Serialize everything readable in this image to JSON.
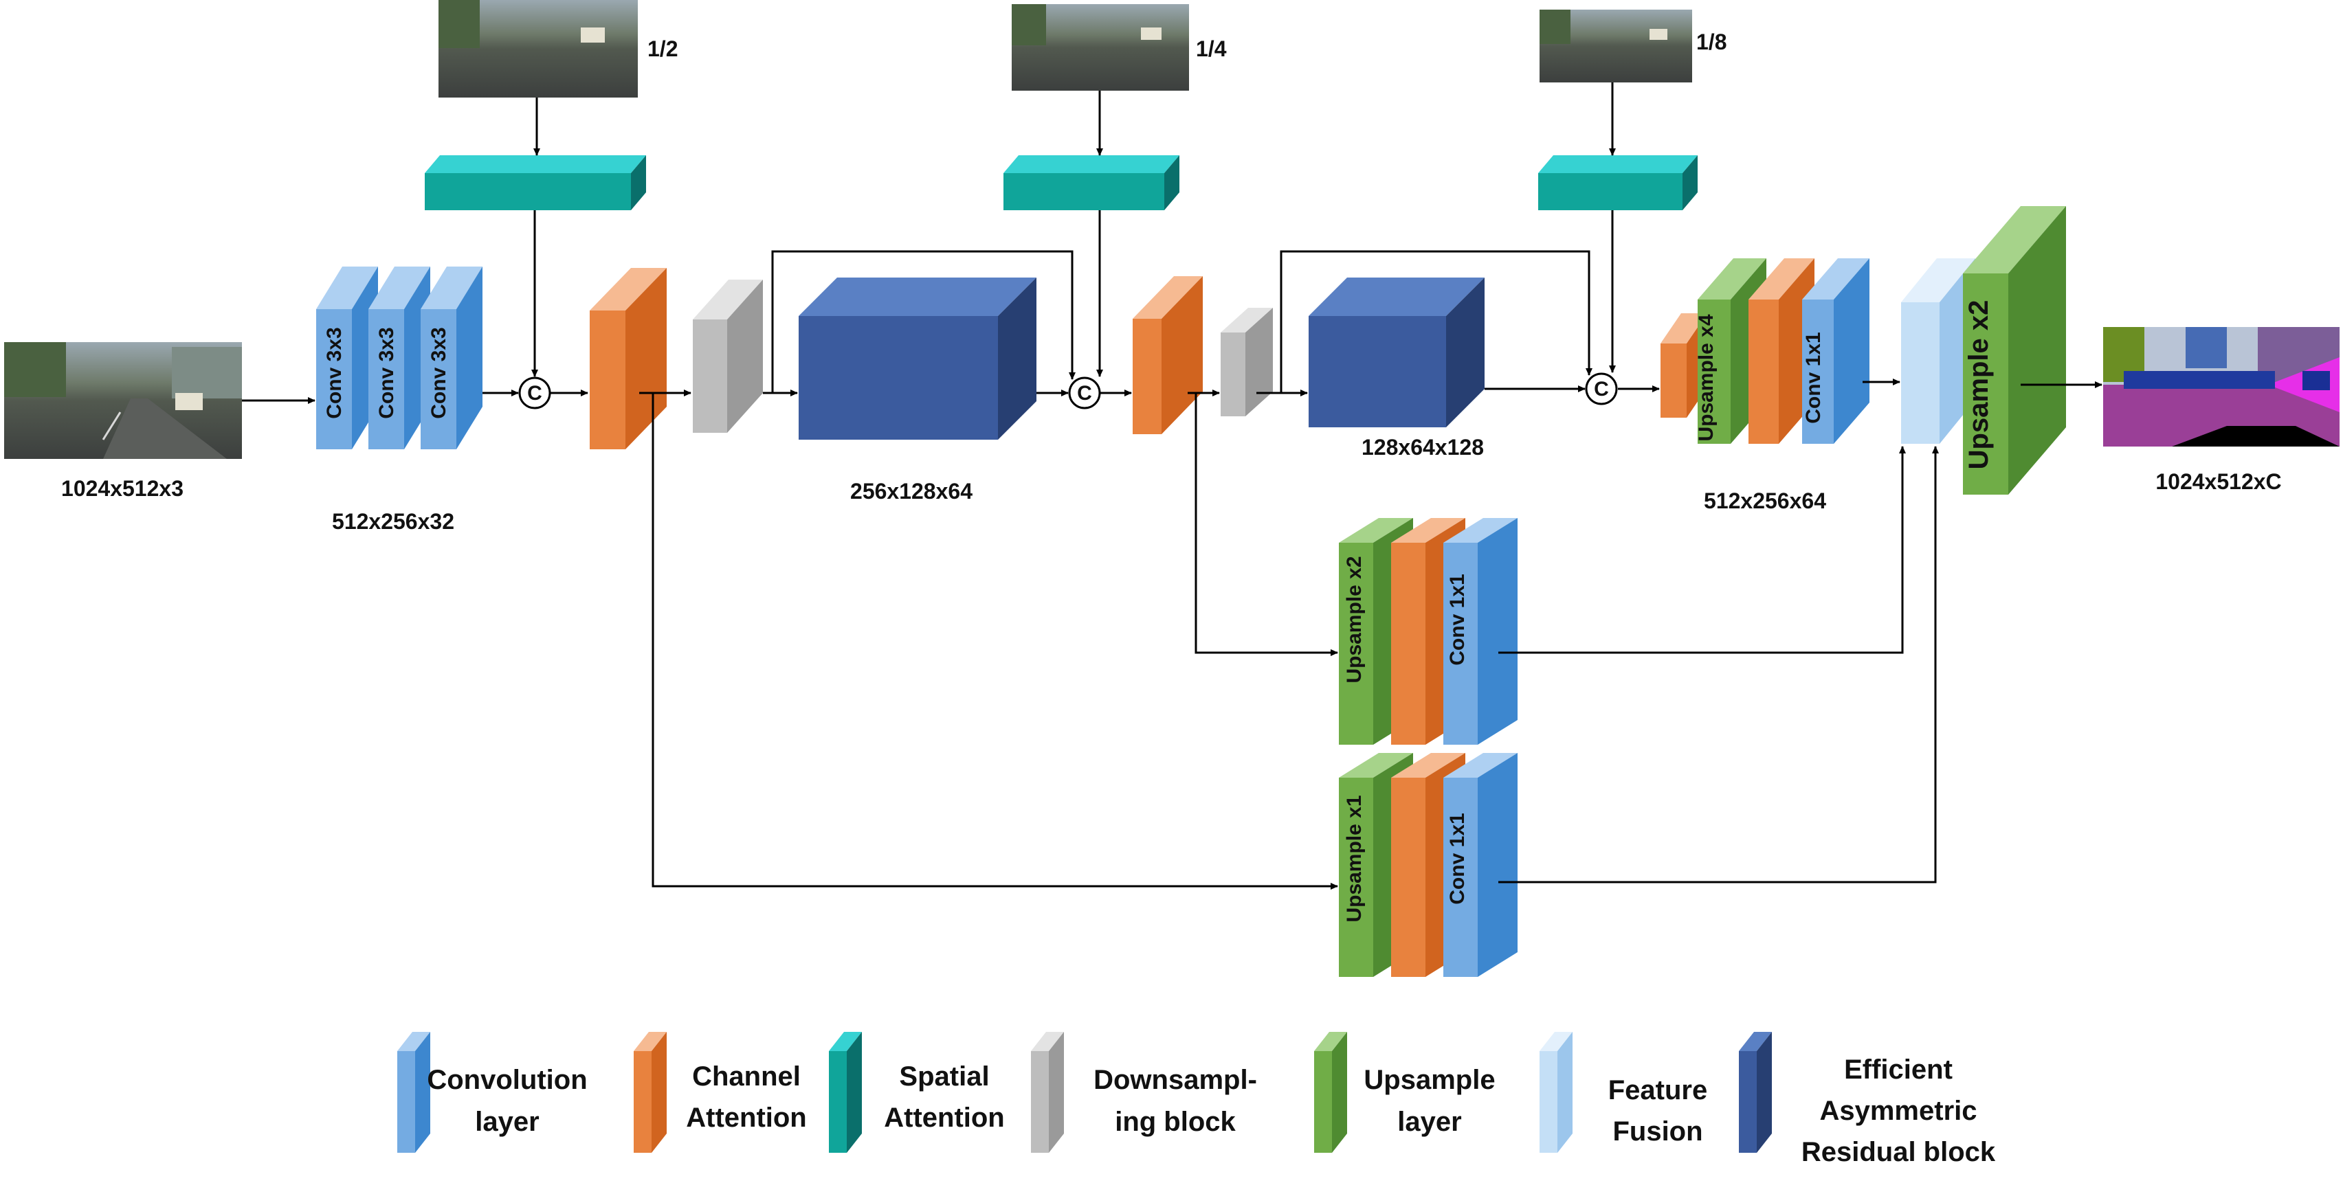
{
  "colors": {
    "conv": [
      "#aed0f2",
      "#74abe2",
      "#3d87cf"
    ],
    "channel_attention": [
      "#f6ba92",
      "#e8823e",
      "#d1641f"
    ],
    "spatial_attention": [
      "#36d2d2",
      "#10a59a",
      "#0a6f6b"
    ],
    "downsampling": [
      "#e3e3e3",
      "#bdbdbd",
      "#9a9a9a"
    ],
    "upsample": [
      "#a6d38a",
      "#70ad47",
      "#4f8b31"
    ],
    "feature_fusion": [
      "#e3f0fc",
      "#c4dff6",
      "#9cc6ec"
    ],
    "ear_block": [
      "#5a80c4",
      "#3b5b9e",
      "#273f72"
    ],
    "arrow": "#000000"
  },
  "icons": [
    "concatenation-c-icon",
    "arrow-icon"
  ],
  "sizes": {
    "input": "1024x512x3",
    "conv_out": "512x256x32",
    "stage1": "256x128x64",
    "stage2": "128x64x128",
    "decoder": "512x256x64",
    "output": "1024x512xC"
  },
  "scales": {
    "s2": "1/2",
    "s4": "1/4",
    "s8": "1/8"
  },
  "concat_symbol": "C",
  "block_labels": {
    "conv3x3": "Conv  3x3",
    "conv1x1": "Conv  1x1",
    "up_x4": "Upsample  x4",
    "up_x2": "Upsample  x2",
    "up_x1": "Upsample  x1",
    "up_final": "Upsample  x2"
  },
  "legend": [
    {
      "line1": "Convolution",
      "line2": "layer",
      "line3": ""
    },
    {
      "line1": "Channel",
      "line2": "Attention",
      "line3": ""
    },
    {
      "line1": "Spatial",
      "line2": "Attention",
      "line3": ""
    },
    {
      "line1": "Downsampl-",
      "line2": "ing block",
      "line3": ""
    },
    {
      "line1": "Upsample",
      "line2": "layer",
      "line3": ""
    },
    {
      "line1": "Feature",
      "line2": "Fusion",
      "line3": ""
    },
    {
      "line1": "Efficient",
      "line2": "Asymmetric",
      "line3": "Residual block"
    }
  ]
}
